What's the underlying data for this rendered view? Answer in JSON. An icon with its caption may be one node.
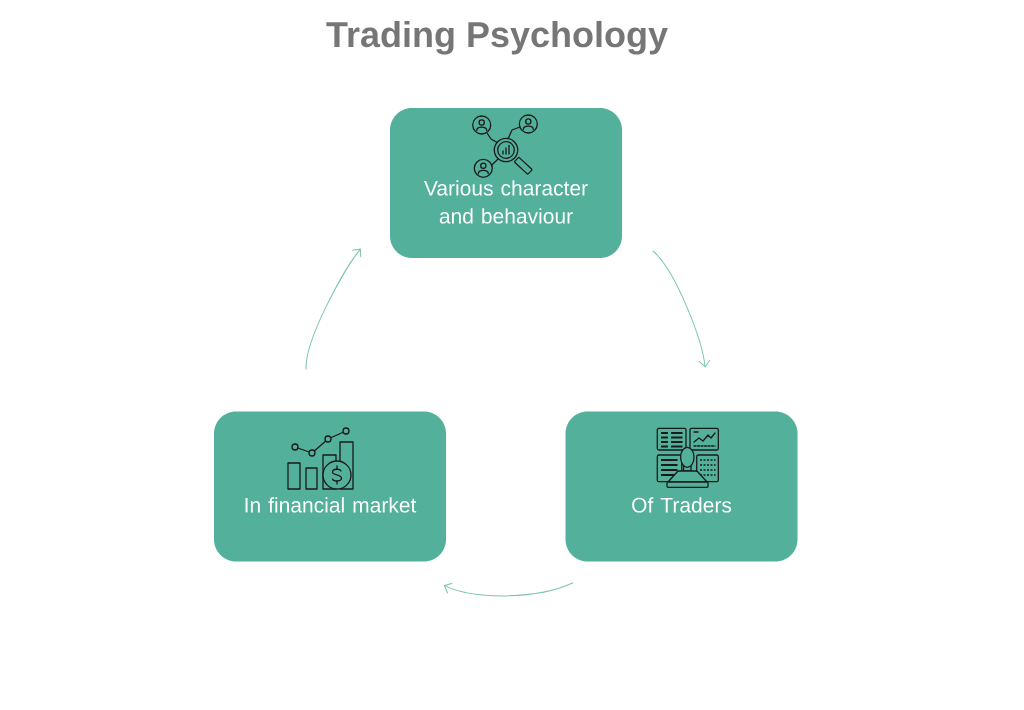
{
  "diagram": {
    "title": "Trading Psychology",
    "nodes": [
      {
        "text": [
          "Various character and behaviour"
        ]
      },
      {
        "text": [
          "In financial market"
        ]
      },
      {
        "text": [
          "Of Traders"
        ]
      }
    ],
    "edges": [
      {
        "from": 0,
        "to": 2,
        "arrow": "to"
      },
      {
        "from": 2,
        "to": 1,
        "arrow": "to"
      },
      {
        "from": 1,
        "to": 0,
        "arrow": "to"
      }
    ]
  }
}
